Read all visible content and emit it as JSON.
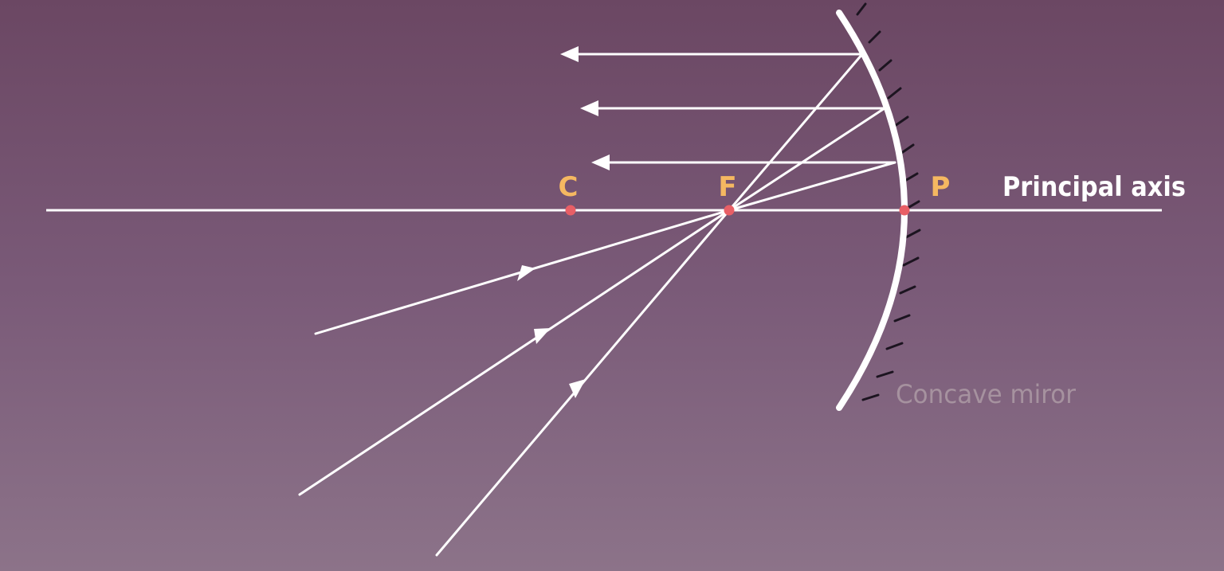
{
  "labels": {
    "center_of_curvature": "C",
    "focus": "F",
    "pole": "P",
    "principal_axis": "Principal axis",
    "mirror": "Concave miror"
  },
  "colors": {
    "background_top": "#6b4763",
    "background_bottom": "#8c7389",
    "ray": "#ffffff",
    "point_marker": "#e85f66",
    "point_label": "#f5b861",
    "mirror_label": "#a6929f",
    "hatching": "#1c1420"
  }
}
